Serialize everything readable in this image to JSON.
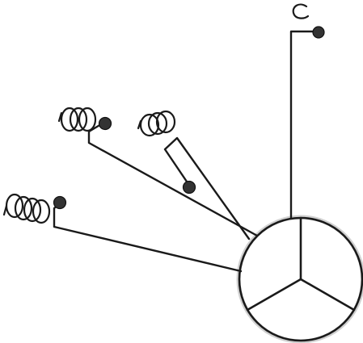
{
  "diagram": {
    "ink_color": "#1a1a1a",
    "hub": {
      "sections": 3
    },
    "branches": [
      {
        "name": "branch-top",
        "coil_turns": 1
      },
      {
        "name": "branch-middle-upper",
        "coil_turns": 3
      },
      {
        "name": "branch-middle-inner",
        "coil_turns": 3
      },
      {
        "name": "branch-left",
        "coil_turns": 4
      }
    ]
  }
}
